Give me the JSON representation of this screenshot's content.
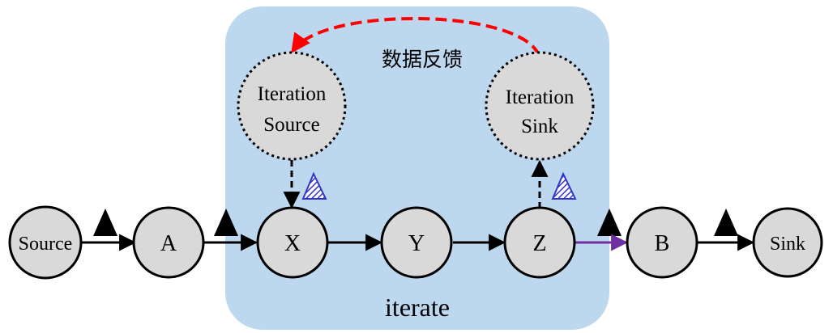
{
  "nodes": {
    "source": "Source",
    "a": "A",
    "x": "X",
    "y": "Y",
    "z": "Z",
    "b": "B",
    "sink": "Sink"
  },
  "iteration_source": {
    "line1": "Iteration",
    "line2": "Source"
  },
  "iteration_sink": {
    "line1": "Iteration",
    "line2": "Sink"
  },
  "feedback_label": "数据反馈",
  "region_label": "iterate",
  "colors": {
    "region_fill": "#bdd7ee",
    "node_fill": "#d9d9d9",
    "feedback_arrow": "#ff0000",
    "z_to_b_arrow": "#7030a0",
    "hatched_marker": "#3333cc"
  }
}
